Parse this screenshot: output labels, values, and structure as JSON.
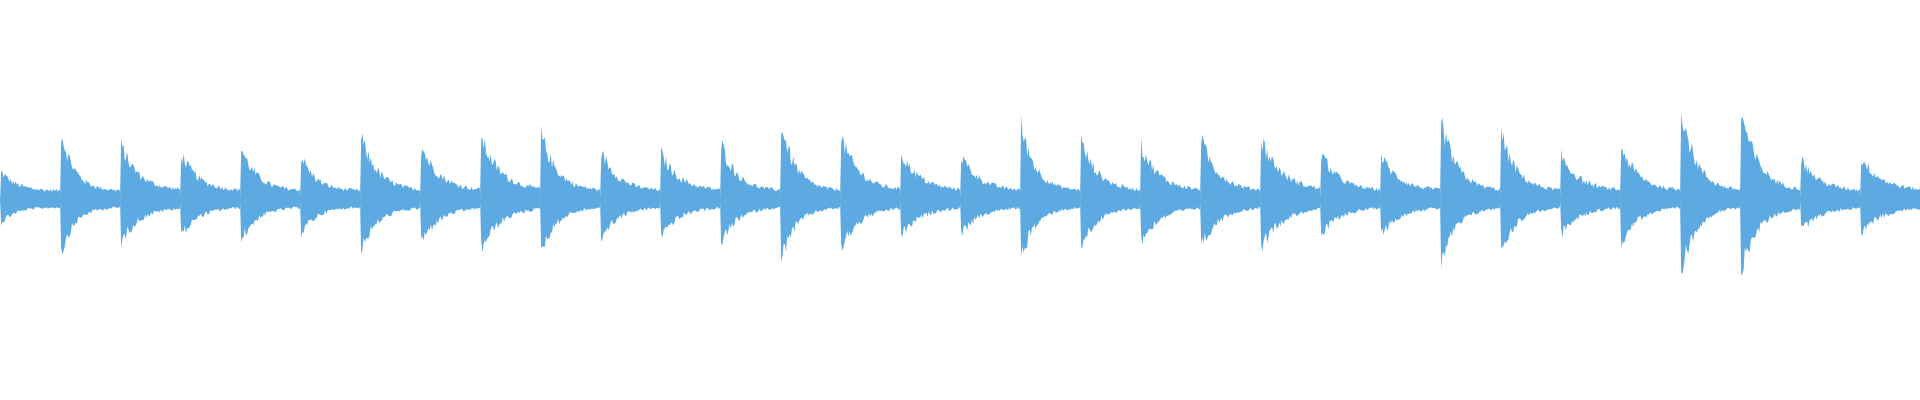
{
  "waveform": {
    "color": "#5DA9E1",
    "background": "#ffffff",
    "hits": [
      {
        "peak": 0.14,
        "decay": 0.25
      },
      {
        "peak": 0.34,
        "decay": 0.22
      },
      {
        "peak": 0.27,
        "decay": 0.3
      },
      {
        "peak": 0.23,
        "decay": 0.28
      },
      {
        "peak": 0.26,
        "decay": 0.26
      },
      {
        "peak": 0.22,
        "decay": 0.24
      },
      {
        "peak": 0.31,
        "decay": 0.28
      },
      {
        "peak": 0.27,
        "decay": 0.3
      },
      {
        "peak": 0.31,
        "decay": 0.32
      },
      {
        "peak": 0.33,
        "decay": 0.26
      },
      {
        "peak": 0.24,
        "decay": 0.28
      },
      {
        "peak": 0.23,
        "decay": 0.3
      },
      {
        "peak": 0.28,
        "decay": 0.26
      },
      {
        "peak": 0.38,
        "decay": 0.24
      },
      {
        "peak": 0.31,
        "decay": 0.3
      },
      {
        "peak": 0.23,
        "decay": 0.32
      },
      {
        "peak": 0.22,
        "decay": 0.3
      },
      {
        "peak": 0.37,
        "decay": 0.24
      },
      {
        "peak": 0.29,
        "decay": 0.28
      },
      {
        "peak": 0.27,
        "decay": 0.3
      },
      {
        "peak": 0.3,
        "decay": 0.28
      },
      {
        "peak": 0.3,
        "decay": 0.34
      },
      {
        "peak": 0.23,
        "decay": 0.3
      },
      {
        "peak": 0.22,
        "decay": 0.3
      },
      {
        "peak": 0.39,
        "decay": 0.26
      },
      {
        "peak": 0.33,
        "decay": 0.26
      },
      {
        "peak": 0.22,
        "decay": 0.3
      },
      {
        "peak": 0.27,
        "decay": 0.28
      },
      {
        "peak": 0.47,
        "decay": 0.24
      },
      {
        "peak": 0.44,
        "decay": 0.28
      },
      {
        "peak": 0.2,
        "decay": 0.3
      },
      {
        "peak": 0.21,
        "decay": 0.34
      }
    ]
  }
}
